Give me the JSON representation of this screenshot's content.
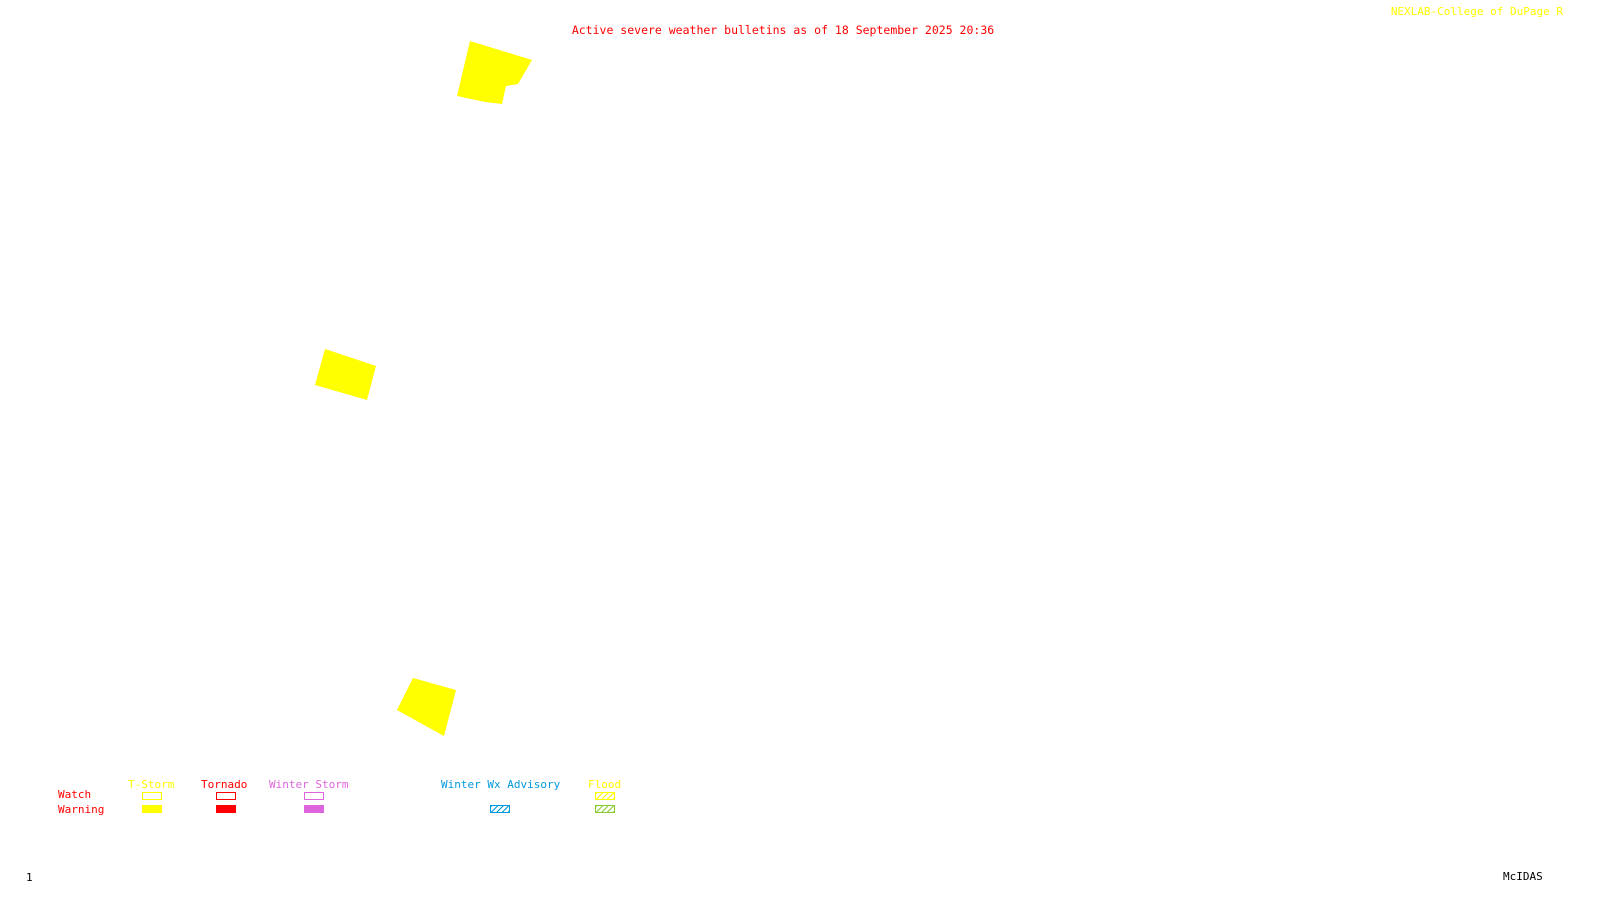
{
  "header": {
    "title": "Active severe weather bulletins as of 18 September 2025 20:36",
    "credit": "NEXLAB-College of DuPage R"
  },
  "map": {
    "polygons": [
      {
        "type": "T-Storm Warning",
        "color": "#ffff00"
      },
      {
        "type": "T-Storm Warning",
        "color": "#ffff00"
      },
      {
        "type": "T-Storm Warning",
        "color": "#ffff00"
      }
    ]
  },
  "legend": {
    "row_labels": {
      "watch": "Watch",
      "warning": "Warning"
    },
    "row_label_color": "#ff0000",
    "columns": [
      {
        "name": "T-Storm",
        "color": "#ffff00",
        "watch": "outline",
        "warning": "solid"
      },
      {
        "name": "Tornado",
        "color": "#ff0000",
        "watch": "outline",
        "warning": "solid"
      },
      {
        "name": "Winter Storm",
        "color": "#dd66dd",
        "watch": "outline",
        "warning": "solid"
      },
      {
        "name": "Winter Wx Advisory",
        "color": "#0099dd",
        "watch": "none",
        "warning": "hatched"
      },
      {
        "name": "Flood",
        "color": "#ffff00",
        "watch": "hatched",
        "warning": "hatched",
        "warning_color": "#88cc33"
      }
    ]
  },
  "footer": {
    "frame": "1",
    "software": "McIDAS"
  }
}
